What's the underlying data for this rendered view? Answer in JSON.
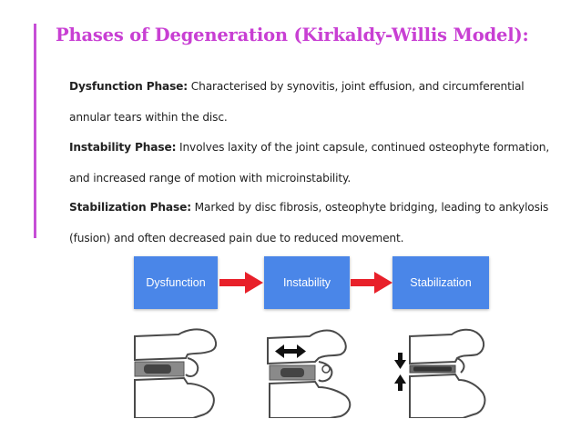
{
  "title": "Phases of Degeneration (Kirkaldy-Willis Model):",
  "phases": [
    {
      "name": "Dysfunction Phase:",
      "description": " Characterised by synovitis, joint effusion, and circumferential annular tears within the disc."
    },
    {
      "name": "Instability Phase:",
      "description": " Involves laxity of the joint capsule, continued osteophyte formation, and increased range of motion with microinstability."
    },
    {
      "name": "Stabilization Phase:",
      "description": " Marked by disc fibrosis, osteophyte bridging, leading to ankylosis (fusion) and often decreased pain due to reduced movement."
    }
  ],
  "flow": {
    "boxes": [
      "Dysfunction",
      "Instability",
      "Stabilization"
    ],
    "box_color": "#4a86e8",
    "arrow_color": "#e8202a"
  },
  "colors": {
    "title": "#c83fd3",
    "accent_bar": "#c64fd6",
    "text": "#222222"
  },
  "icons": [
    "arrow-right-icon",
    "double-arrow-icon",
    "arrow-down-icon",
    "arrow-up-icon"
  ]
}
